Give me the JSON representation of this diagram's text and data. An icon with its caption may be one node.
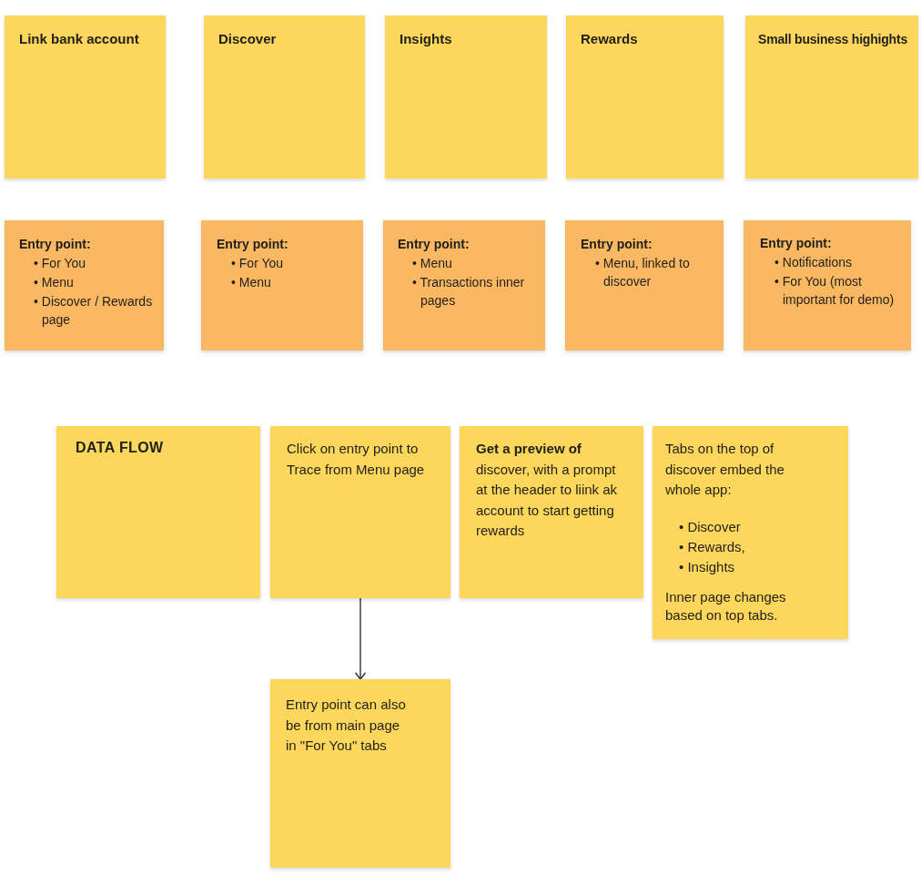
{
  "diagram": {
    "nodes": [
      {
        "text": [
          "Link bank account"
        ]
      },
      {
        "text": [
          "Discover"
        ]
      },
      {
        "text": [
          "Insights"
        ]
      },
      {
        "text": [
          "Rewards"
        ]
      },
      {
        "text": [
          "Small business highights"
        ]
      },
      {
        "text": [
          "Entry point:",
          "• For You",
          "• Menu",
          "• Discover / Rewards page"
        ]
      },
      {
        "text": [
          "Entry point:",
          "• For You",
          "• Menu"
        ]
      },
      {
        "text": [
          "Entry point:",
          "• Menu",
          "• Transactions inner pages"
        ]
      },
      {
        "text": [
          "Entry point:",
          "• Menu, linked to discover"
        ]
      },
      {
        "text": [
          "Entry point:",
          "• Notifications",
          "• For You (most important for demo)"
        ]
      },
      {
        "text": [
          "DATA FLOW"
        ]
      },
      {
        "text": [
          "Click on entry point to Trace from Menu page"
        ]
      },
      {
        "text": [
          "**Get a preview of** discover, with a prompt at the header to liink ak account to start getting rewards"
        ]
      },
      {
        "text": [
          "Tabs on the top of discover embed the whole app:",
          "• Discover",
          "• Rewards,",
          "• Insights",
          "Inner page changes based on top tabs."
        ]
      },
      {
        "text": [
          "Entry point can also be from main page in \"For You\" tabs"
        ]
      }
    ],
    "edges": [
      {
        "from": 11,
        "to": 14,
        "arrow": "to"
      }
    ]
  }
}
